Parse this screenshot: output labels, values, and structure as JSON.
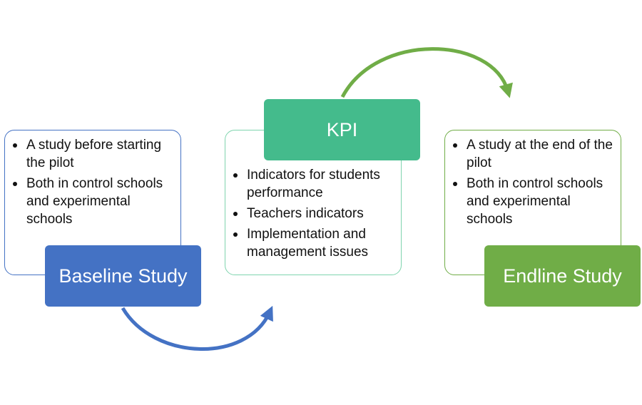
{
  "colors": {
    "baseline": "#4472c4",
    "kpi": "#44bb8c",
    "endline": "#70ad47",
    "kpi_border": "#7fd4ae"
  },
  "baseline": {
    "label": "Baseline Study",
    "bullets": [
      "A study before starting the pilot",
      "Both in control schools and experimental schools"
    ]
  },
  "kpi": {
    "label": "KPI",
    "bullets": [
      "Indicators for students performance",
      "Teachers indicators",
      "Implementation and management issues"
    ]
  },
  "endline": {
    "label": "Endline Study",
    "bullets": [
      "A study at the end of the pilot",
      "Both in control schools and experimental schools"
    ]
  }
}
